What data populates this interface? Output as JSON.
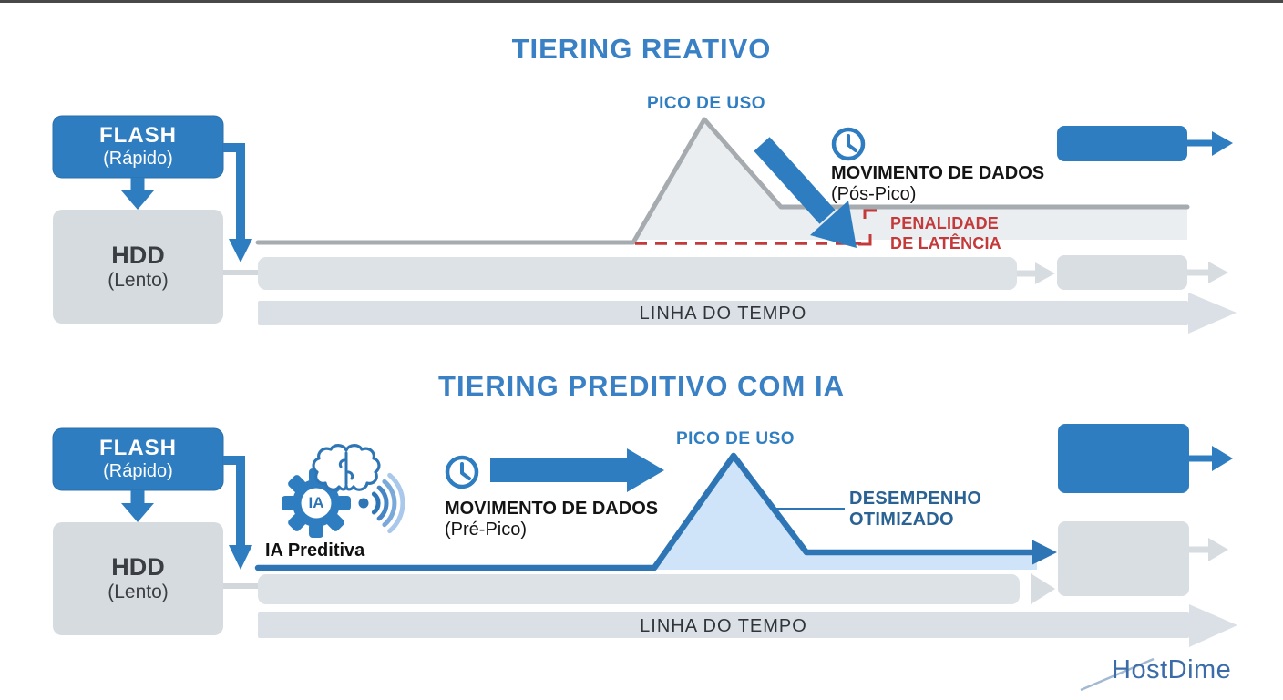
{
  "reactive": {
    "title": "TIERING REATIVO",
    "flash": {
      "label": "FLASH",
      "sub": "(Rápido)"
    },
    "hdd": {
      "label": "HDD",
      "sub": "(Lento)"
    },
    "peak_label": "PICO DE USO",
    "movement": {
      "title": "MOVIMENTO DE DADOS",
      "sub": "(Pós-Pico)"
    },
    "penalty_label": "PENALIDADE\nDE LATÊNCIA",
    "timeline_label": "LINHA DO TEMPO"
  },
  "predictive": {
    "title": "TIERING PREDITIVO COM IA",
    "flash": {
      "label": "FLASH",
      "sub": "(Rápido)"
    },
    "hdd": {
      "label": "HDD",
      "sub": "(Lento)"
    },
    "ai": {
      "gear_text": "IA",
      "label": "IA Preditiva"
    },
    "movement": {
      "title": "MOVIMENTO DE DADOS",
      "sub": "(Pré-Pico)"
    },
    "peak_label": "PICO DE USO",
    "performance_label": "DESEMPENHO\nOTIMIZADO",
    "timeline_label": "LINHA DO TEMPO"
  },
  "footer": {
    "brand": "HostDime"
  },
  "colors": {
    "accent_blue": "#2e7dc0",
    "curve_blue": "#2e75b6",
    "light_blue_fill": "#cfe4f8",
    "gray_curve": "#a6abb0",
    "gray_fill": "#ebeef1",
    "alert_red": "#c43a3a",
    "title_blue": "#3a80c5",
    "brand_blue": "#3b6ca8"
  }
}
